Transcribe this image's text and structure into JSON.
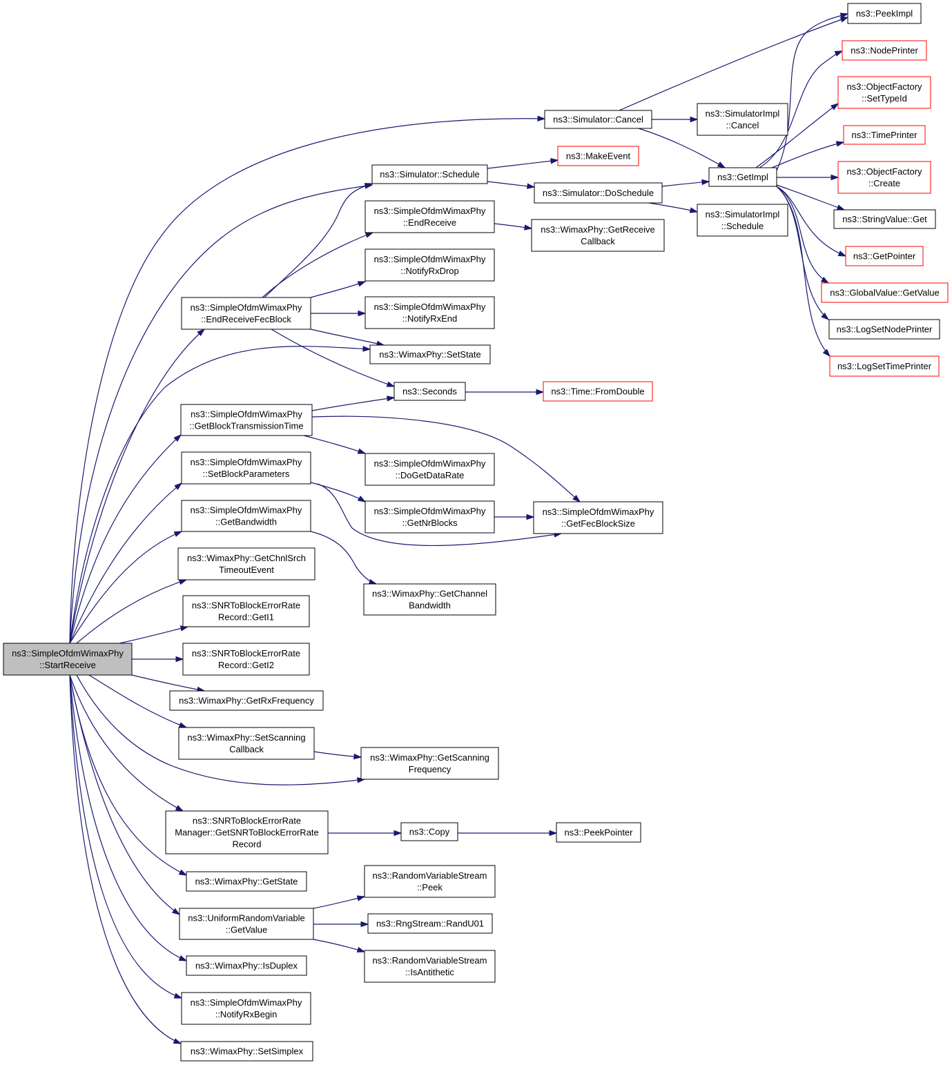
{
  "colors": {
    "edge": "#191970",
    "root_fill": "#bfbfbf",
    "node_border": "#000000",
    "truncated_border": "#ff0000"
  },
  "nodes": {
    "root": {
      "lines": [
        "ns3::SimpleOfdmWimaxPhy",
        "::StartReceive"
      ]
    },
    "endRecFec": {
      "lines": [
        "ns3::SimpleOfdmWimaxPhy",
        "::EndReceiveFecBlock"
      ]
    },
    "getBlockTx": {
      "lines": [
        "ns3::SimpleOfdmWimaxPhy",
        "::GetBlockTransmissionTime"
      ]
    },
    "setBlockParams": {
      "lines": [
        "ns3::SimpleOfdmWimaxPhy",
        "::SetBlockParameters"
      ]
    },
    "getBandwidth": {
      "lines": [
        "ns3::SimpleOfdmWimaxPhy",
        "::GetBandwidth"
      ]
    },
    "getChnlSrch": {
      "lines": [
        "ns3::WimaxPhy::GetChnlSrch",
        "TimeoutEvent"
      ]
    },
    "getI1": {
      "lines": [
        "ns3::SNRToBlockErrorRate",
        "Record::GetI1"
      ]
    },
    "getI2": {
      "lines": [
        "ns3::SNRToBlockErrorRate",
        "Record::GetI2"
      ]
    },
    "getRxFreq": {
      "lines": [
        "ns3::WimaxPhy::GetRxFrequency"
      ]
    },
    "setScanCb": {
      "lines": [
        "ns3::WimaxPhy::SetScanning",
        "Callback"
      ]
    },
    "snrMgr": {
      "lines": [
        "ns3::SNRToBlockErrorRate",
        "Manager::GetSNRToBlockErrorRate",
        "Record"
      ]
    },
    "getState": {
      "lines": [
        "ns3::WimaxPhy::GetState"
      ]
    },
    "uniformGetValue": {
      "lines": [
        "ns3::UniformRandomVariable",
        "::GetValue"
      ]
    },
    "isDuplex": {
      "lines": [
        "ns3::WimaxPhy::IsDuplex"
      ]
    },
    "notifyRxBegin": {
      "lines": [
        "ns3::SimpleOfdmWimaxPhy",
        "::NotifyRxBegin"
      ]
    },
    "setSimplex": {
      "lines": [
        "ns3::WimaxPhy::SetSimplex"
      ]
    },
    "simCancel": {
      "lines": [
        "ns3::Simulator::Cancel"
      ]
    },
    "simSchedule": {
      "lines": [
        "ns3::Simulator::Schedule"
      ]
    },
    "endReceive": {
      "lines": [
        "ns3::SimpleOfdmWimaxPhy",
        "::EndReceive"
      ]
    },
    "notifyRxDrop": {
      "lines": [
        "ns3::SimpleOfdmWimaxPhy",
        "::NotifyRxDrop"
      ]
    },
    "notifyRxEnd": {
      "lines": [
        "ns3::SimpleOfdmWimaxPhy",
        "::NotifyRxEnd"
      ]
    },
    "setState": {
      "lines": [
        "ns3::WimaxPhy::SetState"
      ]
    },
    "seconds": {
      "lines": [
        "ns3::Seconds"
      ]
    },
    "doGetDataRate": {
      "lines": [
        "ns3::SimpleOfdmWimaxPhy",
        "::DoGetDataRate"
      ]
    },
    "getNrBlocks": {
      "lines": [
        "ns3::SimpleOfdmWimaxPhy",
        "::GetNrBlocks"
      ]
    },
    "getChanBw": {
      "lines": [
        "ns3::WimaxPhy::GetChannel",
        "Bandwidth"
      ]
    },
    "getScanFreq": {
      "lines": [
        "ns3::WimaxPhy::GetScanning",
        "Frequency"
      ]
    },
    "copy": {
      "lines": [
        "ns3::Copy"
      ]
    },
    "rvsPeek": {
      "lines": [
        "ns3::RandomVariableStream",
        "::Peek"
      ]
    },
    "randU01": {
      "lines": [
        "ns3::RngStream::RandU01"
      ]
    },
    "isAntithetic": {
      "lines": [
        "ns3::RandomVariableStream",
        "::IsAntithetic"
      ]
    },
    "makeEvent": {
      "lines": [
        "ns3::MakeEvent"
      ]
    },
    "doSchedule": {
      "lines": [
        "ns3::Simulator::DoSchedule"
      ]
    },
    "getRecCb": {
      "lines": [
        "ns3::WimaxPhy::GetReceive",
        "Callback"
      ]
    },
    "fromDouble": {
      "lines": [
        "ns3::Time::FromDouble"
      ]
    },
    "getFecBlockSize": {
      "lines": [
        "ns3::SimpleOfdmWimaxPhy",
        "::GetFecBlockSize"
      ]
    },
    "peekPointer": {
      "lines": [
        "ns3::PeekPointer"
      ]
    },
    "implCancel": {
      "lines": [
        "ns3::SimulatorImpl",
        "::Cancel"
      ]
    },
    "getImpl": {
      "lines": [
        "ns3::GetImpl"
      ]
    },
    "implSchedule": {
      "lines": [
        "ns3::SimulatorImpl",
        "::Schedule"
      ]
    },
    "peekImpl": {
      "lines": [
        "ns3::PeekImpl"
      ]
    },
    "nodePrinter": {
      "lines": [
        "ns3::NodePrinter"
      ]
    },
    "ofSetTypeId": {
      "lines": [
        "ns3::ObjectFactory",
        "::SetTypeId"
      ]
    },
    "timePrinter": {
      "lines": [
        "ns3::TimePrinter"
      ]
    },
    "ofCreate": {
      "lines": [
        "ns3::ObjectFactory",
        "::Create"
      ]
    },
    "strGet": {
      "lines": [
        "ns3::StringValue::Get"
      ]
    },
    "getPointer": {
      "lines": [
        "ns3::GetPointer"
      ]
    },
    "gvGetValue": {
      "lines": [
        "ns3::GlobalValue::GetValue"
      ]
    },
    "logSetNode": {
      "lines": [
        "ns3::LogSetNodePrinter"
      ]
    },
    "logSetTime": {
      "lines": [
        "ns3::LogSetTimePrinter"
      ]
    }
  }
}
